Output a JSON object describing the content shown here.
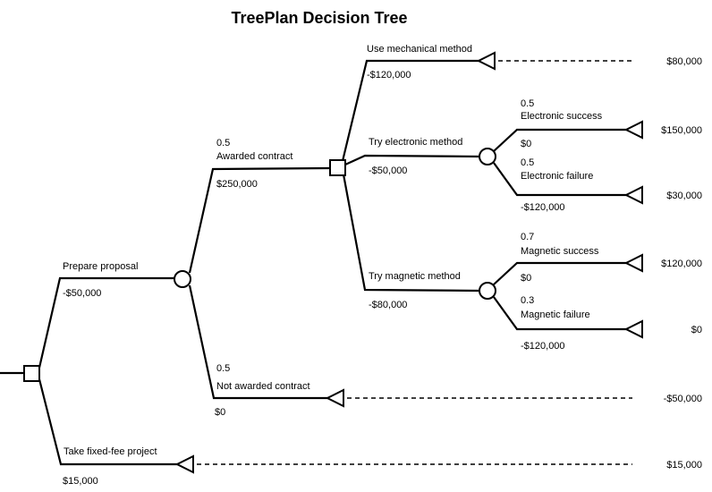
{
  "title": "TreePlan Decision Tree",
  "colors": {
    "line": "#000000",
    "background": "#ffffff",
    "text": "#000000"
  },
  "tree": {
    "root_decision": {
      "prepare_proposal": {
        "label": "Prepare proposal",
        "cash_flow": "-$50,000"
      },
      "fixed_fee": {
        "label": "Take fixed-fee project",
        "cash_flow": "$15,000",
        "payoff": "$15,000"
      }
    },
    "contract_chance": {
      "awarded": {
        "probability": "0.5",
        "label": "Awarded contract",
        "cash_flow": "$250,000"
      },
      "not_awarded": {
        "probability": "0.5",
        "label": "Not awarded contract",
        "cash_flow": "$0",
        "payoff": "-$50,000"
      }
    },
    "method_decision": {
      "mechanical": {
        "label": "Use mechanical method",
        "cash_flow": "-$120,000",
        "payoff": "$80,000"
      },
      "electronic": {
        "label": "Try electronic method",
        "cash_flow": "-$50,000"
      },
      "magnetic": {
        "label": "Try magnetic method",
        "cash_flow": "-$80,000"
      }
    },
    "electronic_chance": {
      "success": {
        "probability": "0.5",
        "label": "Electronic success",
        "cash_flow": "$0",
        "payoff": "$150,000"
      },
      "failure": {
        "probability": "0.5",
        "label": "Electronic failure",
        "cash_flow": "-$120,000",
        "payoff": "$30,000"
      }
    },
    "magnetic_chance": {
      "success": {
        "probability": "0.7",
        "label": "Magnetic success",
        "cash_flow": "$0",
        "payoff": "$120,000"
      },
      "failure": {
        "probability": "0.3",
        "label": "Magnetic failure",
        "cash_flow": "-$120,000",
        "payoff": "$0"
      }
    }
  }
}
